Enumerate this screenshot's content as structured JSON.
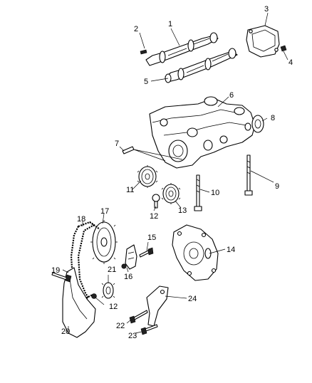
{
  "diagram": {
    "callouts": [
      {
        "id": "1",
        "label": "1"
      },
      {
        "id": "2",
        "label": "2"
      },
      {
        "id": "3",
        "label": "3"
      },
      {
        "id": "4",
        "label": "4"
      },
      {
        "id": "5",
        "label": "5"
      },
      {
        "id": "6",
        "label": "6"
      },
      {
        "id": "7",
        "label": "7"
      },
      {
        "id": "8",
        "label": "8"
      },
      {
        "id": "9",
        "label": "9"
      },
      {
        "id": "10",
        "label": "10"
      },
      {
        "id": "11",
        "label": "11"
      },
      {
        "id": "12a",
        "label": "12"
      },
      {
        "id": "13",
        "label": "13"
      },
      {
        "id": "14",
        "label": "14"
      },
      {
        "id": "15",
        "label": "15"
      },
      {
        "id": "16",
        "label": "16"
      },
      {
        "id": "17",
        "label": "17"
      },
      {
        "id": "18",
        "label": "18"
      },
      {
        "id": "19",
        "label": "19"
      },
      {
        "id": "20",
        "label": "20"
      },
      {
        "id": "21",
        "label": "21"
      },
      {
        "id": "12b",
        "label": "12"
      },
      {
        "id": "22",
        "label": "22"
      },
      {
        "id": "23",
        "label": "23"
      },
      {
        "id": "24",
        "label": "24"
      }
    ]
  }
}
